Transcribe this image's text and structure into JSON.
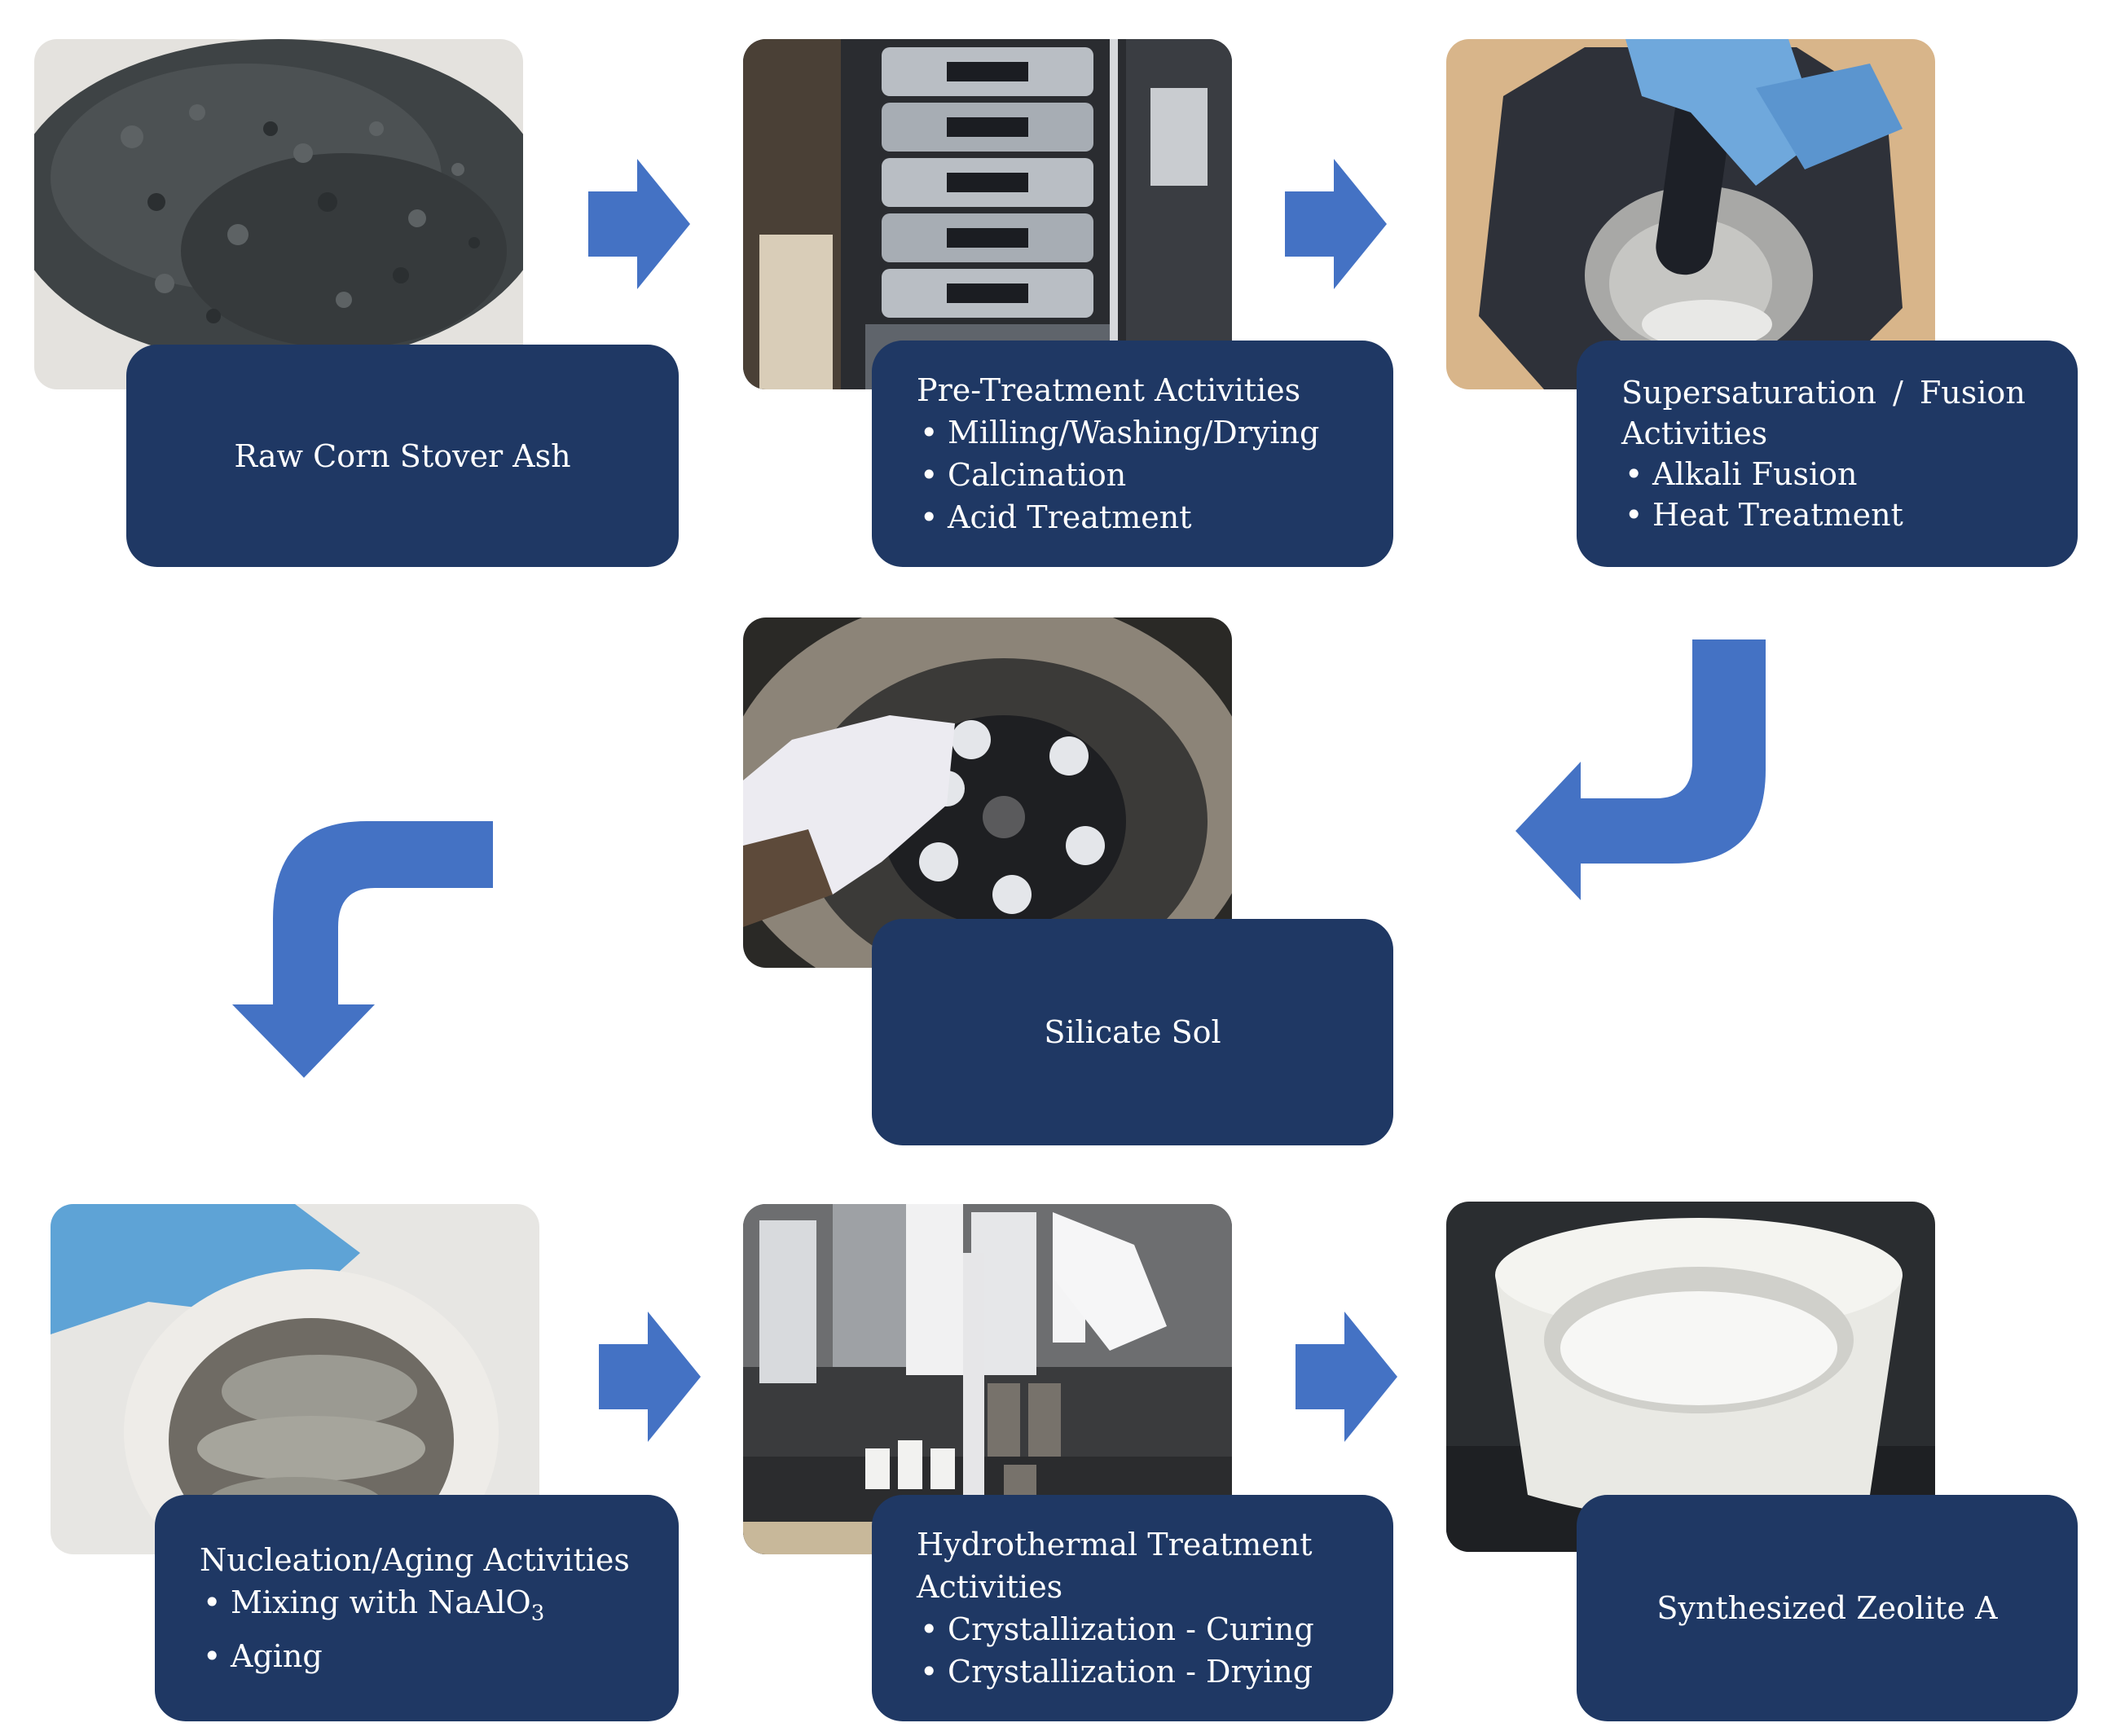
{
  "colors": {
    "box_fill": "#1f3864",
    "box_text": "#ffffff",
    "arrow_fill": "#4472c4",
    "background": "#ffffff"
  },
  "steps": [
    {
      "title": "Raw Corn Stover Ash",
      "items": [],
      "photo": "gray-ash-powder-image"
    },
    {
      "title": "Pre-Treatment Activities",
      "items": [
        "Milling/Washing/Drying",
        "Calcination",
        "Acid Treatment"
      ],
      "photo": "sieve-stack-image"
    },
    {
      "title": "Supersaturation / Fusion Activities",
      "items": [
        "Alkali Fusion",
        "Heat Treatment"
      ],
      "photo": "mortar-pestle-fusion-image"
    },
    {
      "title": "Silicate Sol",
      "items": [],
      "photo": "centrifuge-rotor-image"
    },
    {
      "title": "Nucleation/Aging Activities",
      "items": [
        "Mixing with NaAlO",
        "Aging"
      ],
      "items_subscript": [
        "3",
        ""
      ],
      "photo": "aged-gel-crucible-image"
    },
    {
      "title": "Hydrothermal Treatment Activities",
      "items": [
        "Crystallization - Curing",
        "Crystallization - Drying"
      ],
      "photo": "lab-bench-pipette-image"
    },
    {
      "title": "Synthesized Zeolite A",
      "items": [],
      "photo": "white-zeolite-crystals-image"
    }
  ],
  "arrows": [
    {
      "from": "Raw Corn Stover Ash",
      "to": "Pre-Treatment Activities",
      "icon": "arrow-right-icon"
    },
    {
      "from": "Pre-Treatment Activities",
      "to": "Supersaturation / Fusion Activities",
      "icon": "arrow-right-icon"
    },
    {
      "from": "Supersaturation / Fusion Activities",
      "to": "Silicate Sol",
      "icon": "curved-arrow-down-left-icon"
    },
    {
      "from": "Silicate Sol",
      "to": "Nucleation/Aging Activities",
      "icon": "curved-arrow-left-down-icon"
    },
    {
      "from": "Nucleation/Aging Activities",
      "to": "Hydrothermal Treatment Activities",
      "icon": "arrow-right-icon"
    },
    {
      "from": "Hydrothermal Treatment Activities",
      "to": "Synthesized Zeolite A",
      "icon": "arrow-right-icon"
    }
  ]
}
